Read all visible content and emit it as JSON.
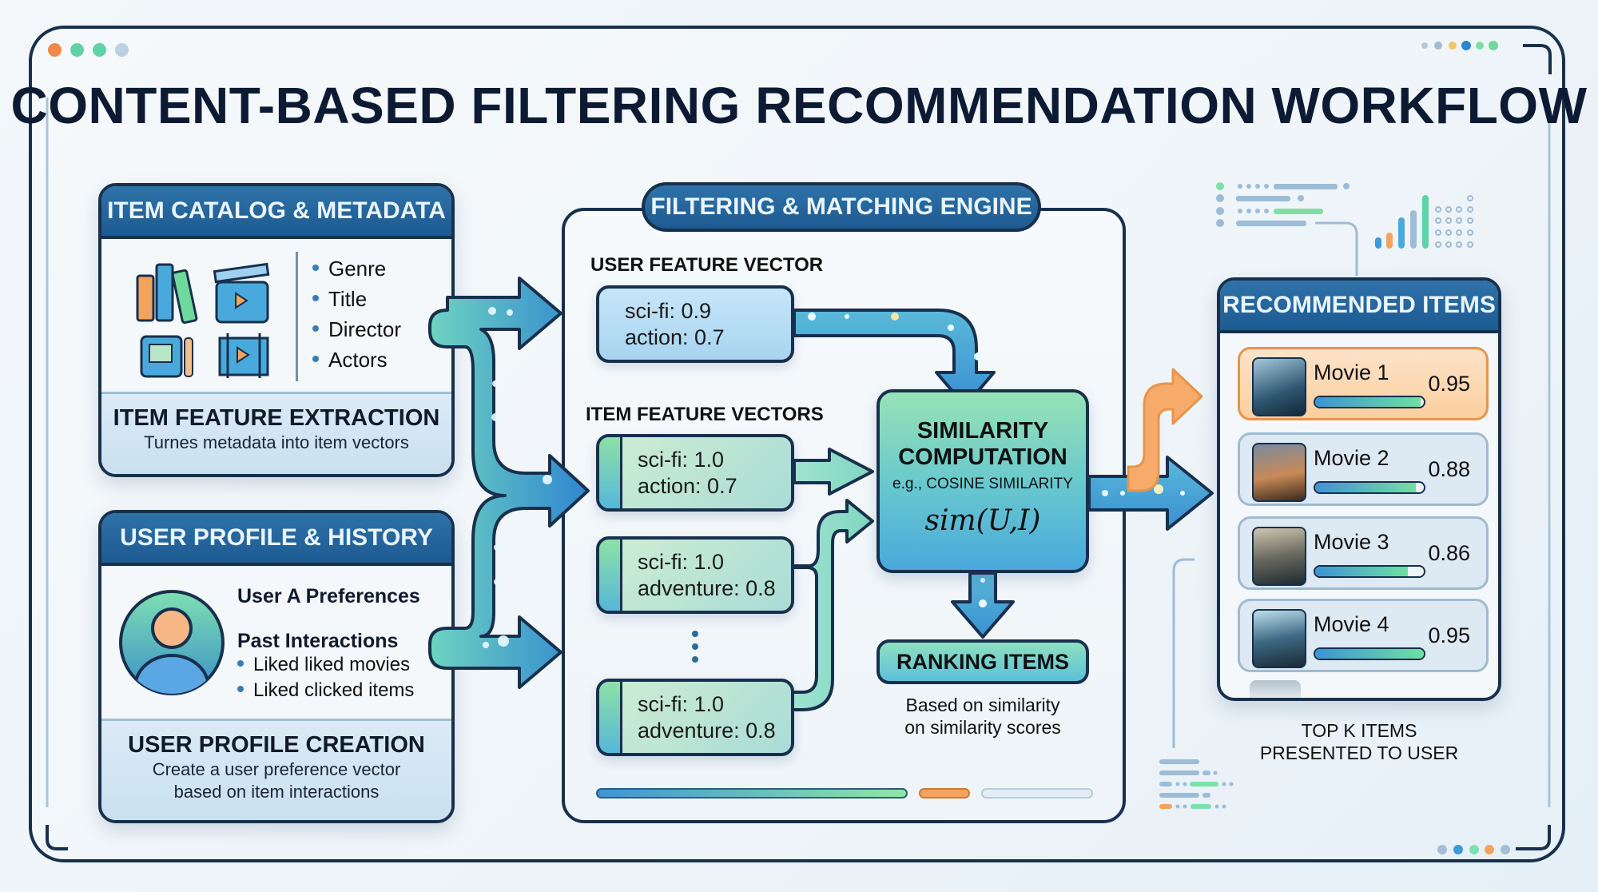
{
  "title": "CONTENT-BASED FILTERING RECOMMENDATION WORKFLOW",
  "window_dots": [
    "#f08848",
    "#5fd3a6",
    "#5fd3a6",
    "#b9d1e3"
  ],
  "accent_colors": {
    "navy": "#17304d",
    "blue": "#2e72a8",
    "teal": "#5fc6c8",
    "green": "#8fe0a6",
    "orange": "#f2a45e"
  },
  "item_catalog": {
    "header": "ITEM CATALOG & METADATA",
    "icons": [
      "books-icon",
      "clapperboard-icon",
      "photo-book-icon",
      "film-strip-icon"
    ],
    "attributes": [
      "Genre",
      "Title",
      "Director",
      "Actors"
    ],
    "footer_title": "ITEM FEATURE EXTRACTION",
    "footer_sub": "Turnes metadata into item vectors"
  },
  "user_profile": {
    "header": "USER PROFILE & HISTORY",
    "preferences_label": "User A Preferences",
    "past_label": "Past Interactions",
    "past_items": [
      "Liked liked movies",
      "Liked clicked items"
    ],
    "footer_title": "USER PROFILE CREATION",
    "footer_sub_1": "Create a user preference vector",
    "footer_sub_2": "based on item interactions"
  },
  "engine": {
    "header": "FILTERING & MATCHING ENGINE",
    "user_vector_label": "USER FEATURE VECTOR",
    "user_vector": [
      "sci-fi: 0.9",
      "action: 0.7"
    ],
    "item_vectors_label": "ITEM FEATURE VECTORS",
    "item_vectors": [
      [
        "sci-fi: 1.0",
        "action: 0.7"
      ],
      [
        "sci-fi: 1.0",
        "adventure: 0.8"
      ],
      [
        "sci-fi: 1.0",
        "adventure: 0.8"
      ]
    ],
    "similarity_title_1": "SIMILARITY",
    "similarity_title_2": "COMPUTATION",
    "similarity_sub": "e.g., COSINE SIMILARITY",
    "similarity_formula": "sim(U,I)",
    "ranking_label": "RANKING ITEMS",
    "ranking_sub_1": "Based on similarity",
    "ranking_sub_2": "on similarity scores"
  },
  "recommended": {
    "header": "RECOMMENDED ITEMS",
    "items": [
      {
        "name": "Movie 1",
        "score": "0.95",
        "bar": 0.97,
        "highlight": true
      },
      {
        "name": "Movie 2",
        "score": "0.88",
        "bar": 0.93,
        "highlight": false
      },
      {
        "name": "Movie 3",
        "score": "0.86",
        "bar": 0.85,
        "highlight": false
      },
      {
        "name": "Movie 4",
        "score": "0.95",
        "bar": 1.0,
        "highlight": false
      }
    ],
    "footer_1": "TOP K ITEMS",
    "footer_2": "PRESENTED TO USER"
  }
}
